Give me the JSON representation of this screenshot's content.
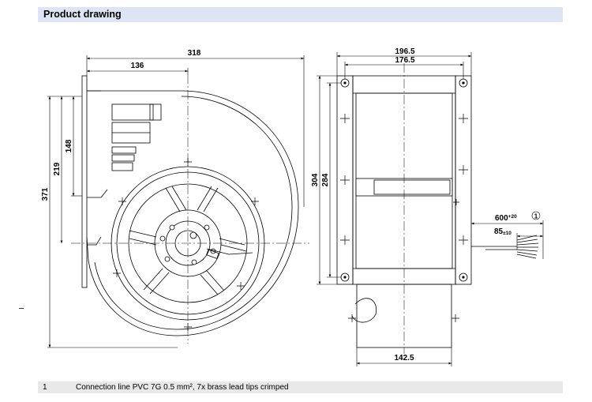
{
  "header": {
    "title": "Product drawing"
  },
  "dimensions": {
    "front_width": "318",
    "front_inlet_offset": "136",
    "front_height_total": "371",
    "front_height_219": "219",
    "front_height_148": "148",
    "side_width_outer": "196.5",
    "side_width_inner": "176.5",
    "side_height_outer": "304",
    "side_height_inner": "284",
    "side_bottom_width": "142.5",
    "cable_length": "600",
    "cable_length_tol": "+20",
    "strip_length": "85",
    "strip_length_tol": "±10",
    "callout_marker": "1"
  },
  "legend": [
    {
      "number": "1",
      "text": "Connection line PVC 7G 0.5 mm², 7x brass lead tips crimped"
    }
  ]
}
